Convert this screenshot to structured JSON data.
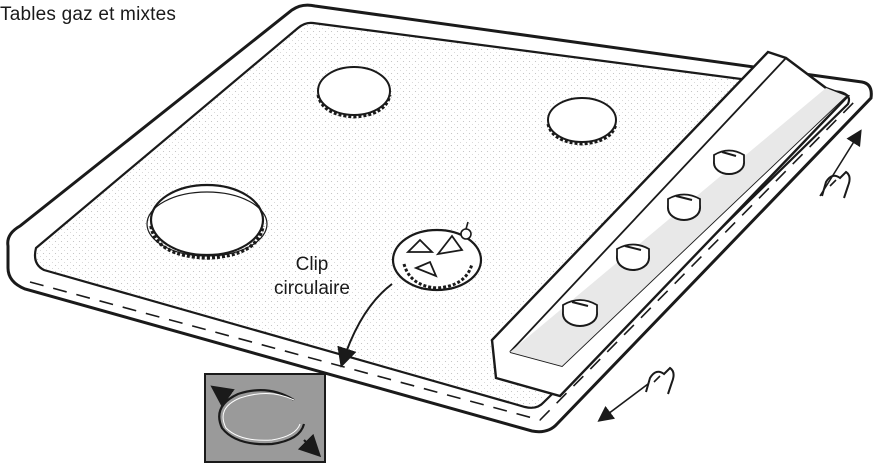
{
  "header": {
    "section_title": "Tables gaz et mixtes"
  },
  "callout": {
    "line1": "Clip",
    "line2": "circulaire"
  },
  "colors": {
    "ink": "#1a1a1a",
    "inset_fill": "#9a9a9a",
    "surface_shade": "#e8e8e8"
  },
  "icons": [
    "burner-icon",
    "control-knob-icon",
    "spring-clip-icon",
    "rotate-arrows-icon"
  ]
}
